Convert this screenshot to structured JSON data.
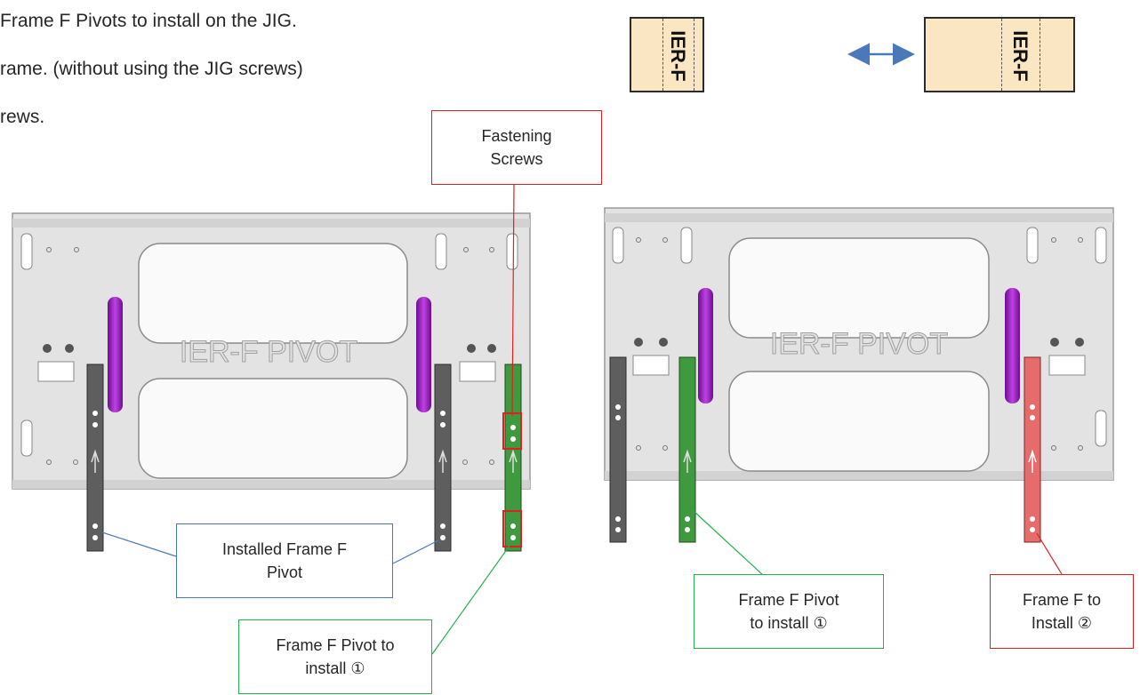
{
  "instructions": [
    "Frame F Pivots to install on the JIG.",
    "rame. (without using the JIG screws)",
    "rews."
  ],
  "orientation_tags": {
    "left_label": "IER-F",
    "right_label": "IER-F",
    "arrow": "double-headed-arrow"
  },
  "jig_engraving": "IER-F PIVOT",
  "callouts": {
    "fastening_screws": "Fastening\nScrews",
    "installed_pivot": "Installed Frame F\nPivot",
    "pivot_install_left": "Frame F Pivot to\ninstall ①",
    "pivot_install_right": "Frame F Pivot\nto install ①",
    "frame_f_install": "Frame F to\nInstall ②"
  },
  "colors": {
    "jig_plate": "#e3e3e3",
    "handle": "#9b1fc4",
    "installed_pivot": "#5e5e5e",
    "pivot_to_install": "#3f9a3f",
    "frame_to_install": "#e66b6b",
    "callout_red": "#e02020",
    "callout_blue": "#4a78b8",
    "callout_green": "#22b24a",
    "tag_fill": "#fbe6c4"
  }
}
